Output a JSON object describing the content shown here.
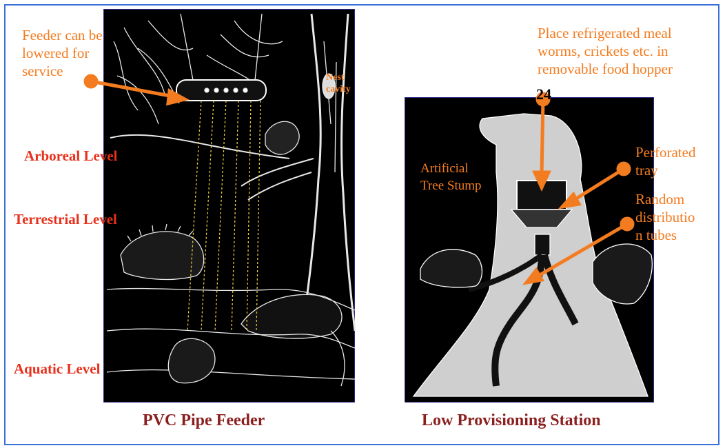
{
  "left": {
    "feeder_note": "Feeder can be\nlowered for\nservice",
    "nest": "Nest\ncavity",
    "levels": [
      "Arboreal Level",
      "Terrestrial Level",
      "Aquatic Level"
    ],
    "caption": "PVC Pipe Feeder"
  },
  "right": {
    "hopper_note": "Place refrigerated meal\nworms, crickets etc. in\nremovable food hopper",
    "number": "24",
    "stump": "Artificial\nTree Stump",
    "tray": "Perforated\ntray",
    "tubes": "Random\ndistributio\nn tubes",
    "caption": "Low Provisioning Station"
  },
  "colors": {
    "label": "#f47c20",
    "level": "#e8301b",
    "caption": "#8b1f1f",
    "arrow": "#f47c20",
    "frame": "#3a6fd8"
  }
}
